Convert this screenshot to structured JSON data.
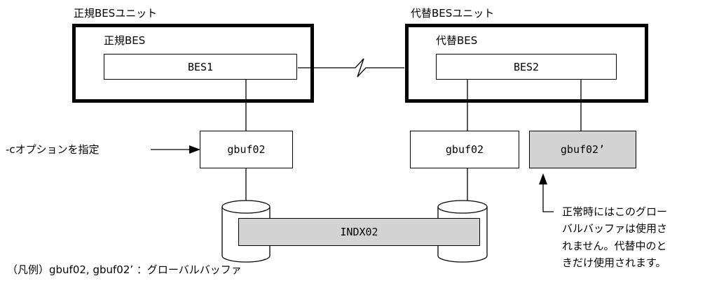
{
  "units": {
    "primary_unit_label": "正規BESユニット",
    "primary_bes_label": "正規BES",
    "primary_server": "BES1",
    "alternate_unit_label": "代替BESユニット",
    "alternate_bes_label": "代替BES",
    "alternate_server": "BES2"
  },
  "buffers": {
    "primary": "gbuf02",
    "alternate": "gbuf02",
    "alternate_shaded": "gbuf02’"
  },
  "database": {
    "index": "INDX02"
  },
  "annotations": {
    "option_note": "-cオプションを指定",
    "unused_note": [
      "正常時にはこのグロー",
      "バルバッファは使用さ",
      "れません。代替中のと",
      "きだけ使用されます。"
    ]
  },
  "legend": {
    "text": "（凡例）gbuf02, gbuf02’ ：グローバルバッファ"
  }
}
